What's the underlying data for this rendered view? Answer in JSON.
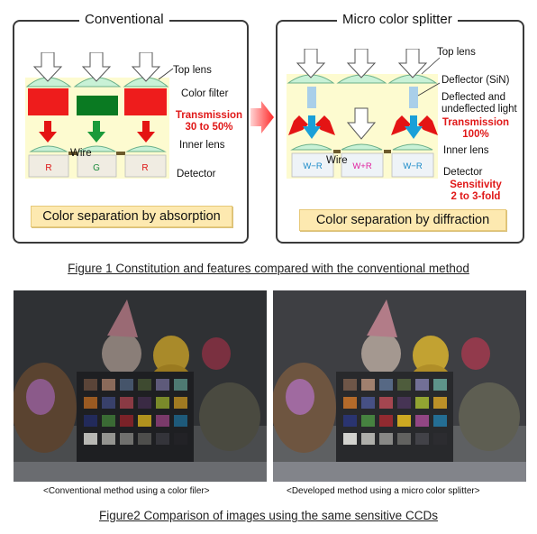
{
  "figure1": {
    "left_panel": {
      "title": "Conventional",
      "top_lens": "Top lens",
      "color_filter": "Color filter",
      "transmission_line1": "Transmission",
      "transmission_line2": "30 to 50%",
      "inner_lens": "Inner lens",
      "wire": "Wire",
      "detector": "Detector",
      "detector_cells": [
        "R",
        "G",
        "R"
      ],
      "separation": "Color separation by absorption"
    },
    "right_panel": {
      "title": "Micro color splitter",
      "top_lens": "Top lens",
      "deflector": "Deflector (SiN)",
      "deflected_line1": "Deflected and",
      "deflected_line2": "undeflected light",
      "transmission_line1": "Transmission",
      "transmission_line2": "100%",
      "inner_lens": "Inner lens",
      "wire": "Wire",
      "detector": "Detector",
      "sensitivity_line1": "Sensitivity",
      "sensitivity_line2": "2 to 3-fold",
      "detector_cells": [
        "W−R",
        "W+R",
        "W−R"
      ],
      "separation": "Color separation by diffraction"
    },
    "caption": "Figure 1 Constitution and features compared with the conventional method"
  },
  "figure2": {
    "left_caption": "<Conventional method using a color filer>",
    "right_caption": "<Developed method using a micro color splitter>",
    "caption": "Figure2 Comparison of images using the same sensitive CCDs"
  },
  "colors": {
    "filter_red": "#ee1c1c",
    "filter_green": "#0a7a22",
    "lens_green": "#c8f1d6",
    "deflector_blue": "#a9cfe9",
    "arrow_red": "#e41414",
    "arrow_green": "#1a9a3a",
    "arrow_blue": "#1aa0d8",
    "panel_bg": "#fdfbd0",
    "sep_box": "#fde9b0",
    "magenta_text": "#e01e9e"
  }
}
